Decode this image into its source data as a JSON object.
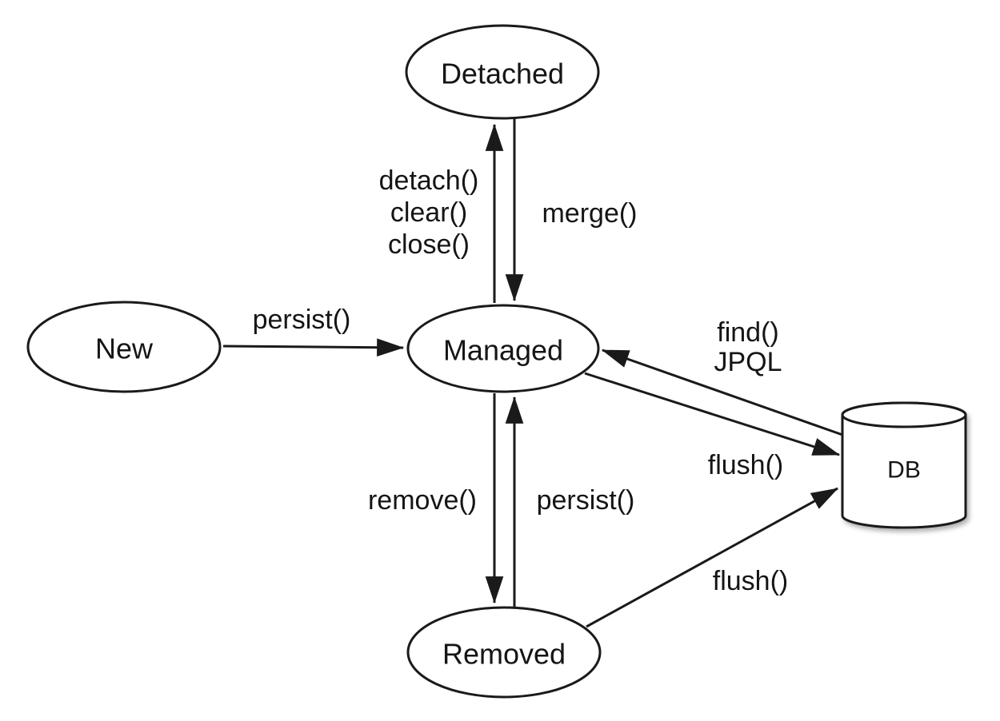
{
  "diagram": {
    "kind": "state-diagram",
    "subject": "JPA entity lifecycle states",
    "colors": {
      "background": "#ffffff",
      "line": "#1a1a1a",
      "text": "#151515",
      "node_fill": "#ffffff"
    },
    "nodes": {
      "detached": {
        "label": "Detached",
        "shape": "ellipse"
      },
      "new": {
        "label": "New",
        "shape": "ellipse"
      },
      "managed": {
        "label": "Managed",
        "shape": "ellipse"
      },
      "removed": {
        "label": "Removed",
        "shape": "ellipse"
      },
      "db": {
        "label": "DB",
        "shape": "cylinder"
      }
    },
    "edges": {
      "new_to_managed": {
        "from": "New",
        "to": "Managed",
        "label": "persist()"
      },
      "managed_to_detached": {
        "from": "Managed",
        "to": "Detached",
        "lines": [
          "detach()",
          "clear()",
          "close()"
        ]
      },
      "detached_to_managed": {
        "from": "Detached",
        "to": "Managed",
        "label": "merge()"
      },
      "managed_to_removed": {
        "from": "Managed",
        "to": "Removed",
        "label": "remove()"
      },
      "removed_to_managed": {
        "from": "Removed",
        "to": "Managed",
        "label": "persist()"
      },
      "db_to_managed": {
        "from": "DB",
        "to": "Managed",
        "lines": [
          "find()",
          "JPQL"
        ]
      },
      "managed_to_db": {
        "from": "Managed",
        "to": "DB",
        "label": "flush()"
      },
      "removed_to_db": {
        "from": "Removed",
        "to": "DB",
        "label": "flush()"
      }
    }
  }
}
